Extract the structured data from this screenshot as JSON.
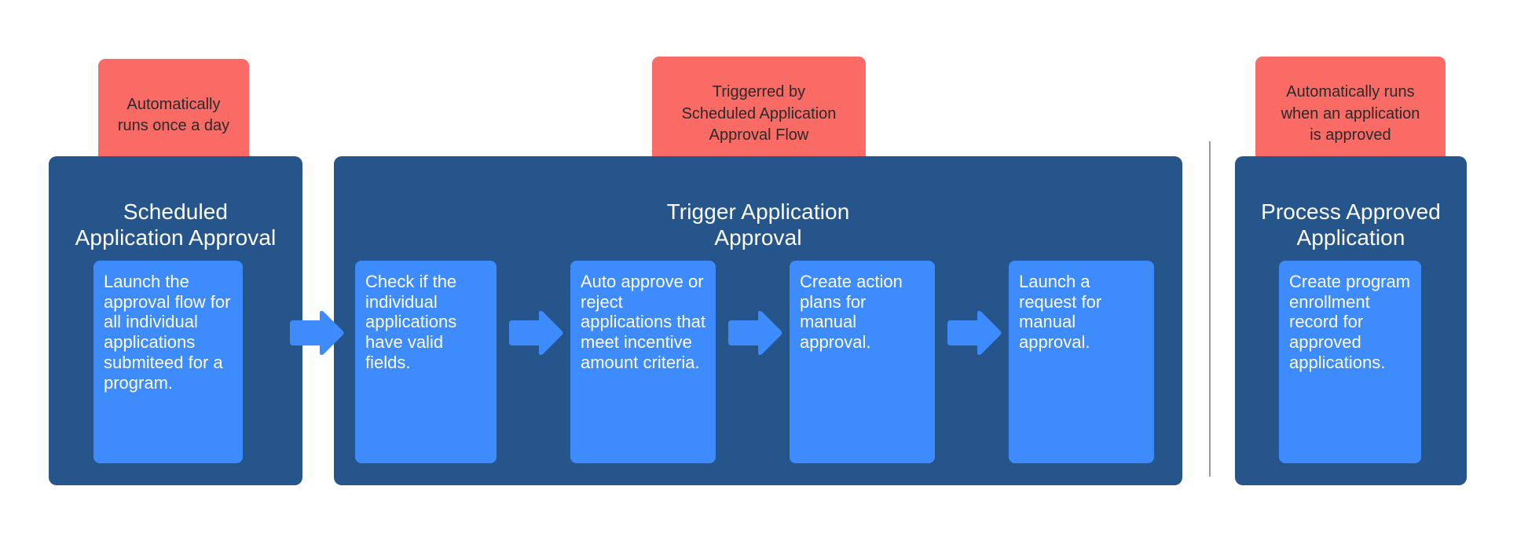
{
  "colors": {
    "background": "#ffffff",
    "note": "#fa6b66",
    "note_text": "#2a2a2a",
    "group_card": "#26558c",
    "group_title_text": "#ffffff",
    "step_card": "#3d8bfd",
    "step_text": "#ffffff",
    "arrow": "#3d8bfd",
    "divider": "#9a9a9a"
  },
  "groups": [
    {
      "id": "scheduled-application-approval",
      "note": "Automatically\nruns once a day",
      "title": "Scheduled\nApplication Approval",
      "steps": [
        {
          "id": "launch-approval-flow",
          "text": "Launch the approval flow for all individual applications submiteed for a program."
        }
      ]
    },
    {
      "id": "trigger-application-approval",
      "note": "Triggerred by\nScheduled Application\nApproval Flow",
      "title": "Trigger Application\nApproval",
      "steps": [
        {
          "id": "check-valid-fields",
          "text": "Check if the individual applications have valid fields."
        },
        {
          "id": "auto-approve-or-reject",
          "text": "Auto approve or reject applications that meet incentive amount criteria."
        },
        {
          "id": "create-action-plans",
          "text": "Create action plans for manual approval."
        },
        {
          "id": "launch-manual-request",
          "text": "Launch a request for manual approval."
        }
      ]
    },
    {
      "id": "process-approved-application",
      "note": "Automatically runs\nwhen an application\nis approved",
      "title": "Process Approved\nApplication",
      "steps": [
        {
          "id": "create-program-enrollment",
          "text": "Create program enrollment record for approved applications."
        }
      ]
    }
  ]
}
